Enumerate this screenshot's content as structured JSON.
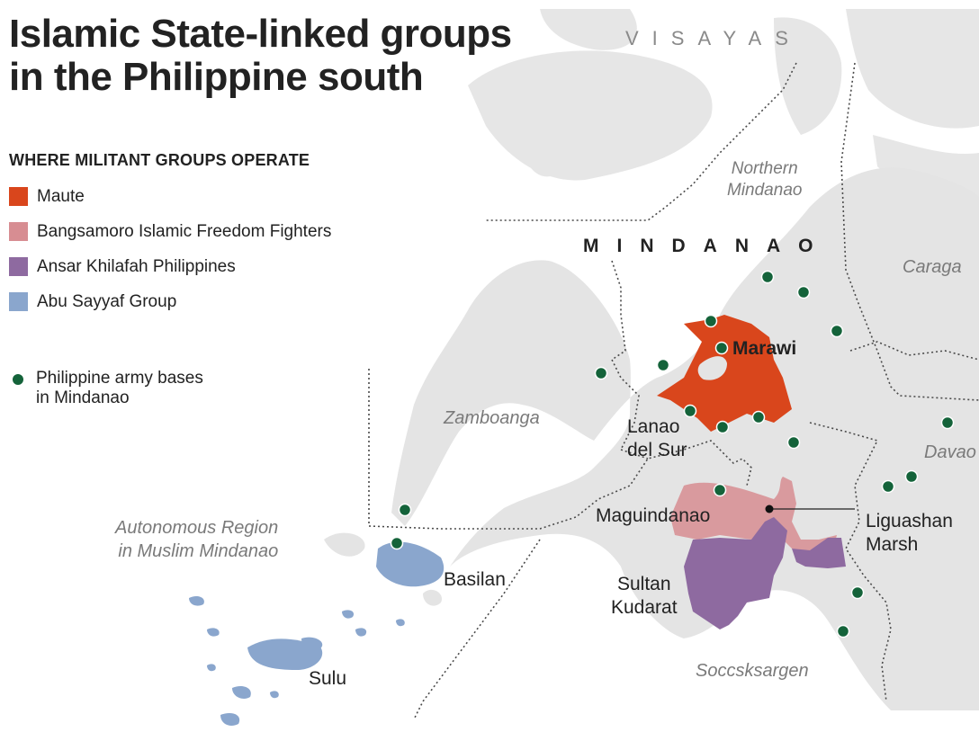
{
  "title": {
    "line1": "Islamic State-linked groups",
    "line2": "in the Philippine south"
  },
  "legend": {
    "heading": "WHERE MILITANT GROUPS OPERATE",
    "groups": [
      {
        "label": "Maute",
        "color": "#d9461c"
      },
      {
        "label": "Bangsamoro Islamic Freedom Fighters",
        "color": "#d78d92"
      },
      {
        "label": "Ansar Khilafah Philippines",
        "color": "#8e6aa0"
      },
      {
        "label": "Abu Sayyaf Group",
        "color": "#8aa6cd"
      }
    ],
    "bases": {
      "line1": "Philippine army bases",
      "line2": "in Mindanao",
      "color": "#14633a"
    }
  },
  "map": {
    "colors": {
      "land": "#e4e4e4",
      "sea": "#ffffff",
      "border": "#4a4a4a"
    },
    "labels": {
      "visayas": "VISAYAS",
      "mindanao": "MINDANAO",
      "northern_mindanao": [
        "Northern",
        "Mindanao"
      ],
      "caraga": "Caraga",
      "zamboanga": "Zamboanga",
      "davao": "Davao",
      "armm": [
        "Autonomous Region",
        "in Muslim Mindanao"
      ],
      "soccsksargen": "Soccsksargen",
      "marawi": "Marawi",
      "lanao_del_sur": [
        "Lanao",
        "del Sur"
      ],
      "maguindanao": "Maguindanao",
      "liguasan_marsh": [
        "Liguashan",
        "Marsh"
      ],
      "sultan_kudarat": [
        "Sultan",
        "Kudarat"
      ],
      "basilan": "Basilan",
      "sulu": "Sulu"
    }
  }
}
